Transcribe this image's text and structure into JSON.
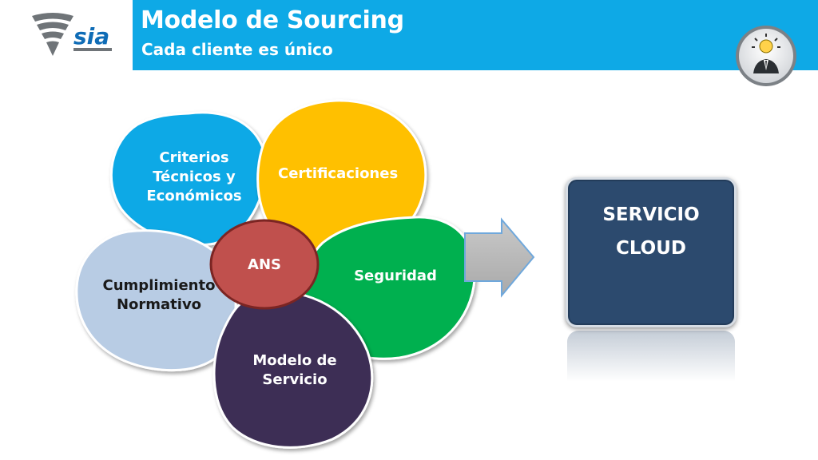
{
  "header": {
    "title": "Modelo de Sourcing",
    "subtitle": "Cada cliente es único",
    "logo_text": "sia",
    "logo_icon": "wifi-signal-logo",
    "accent_color": "#0ea9e6",
    "corner_icon": "idea-businessman-icon"
  },
  "diagram": {
    "center": "ANS",
    "petals": {
      "criterios": "Criterios\nTécnicos y\nEconómicos",
      "certificaciones": "Certificaciones",
      "seguridad": "Seguridad",
      "modelo": "Modelo de\nServicio",
      "cumplimiento": "Cumplimiento\nNormativo"
    },
    "colors": {
      "criterios": "#0ea9e6",
      "certificaciones": "#ffc000",
      "seguridad": "#00b050",
      "modelo": "#3e2f55",
      "cumplimiento": "#b8cce4",
      "center": "#c0504d"
    },
    "arrow_icon": "right-arrow",
    "result_line1": "SERVICIO",
    "result_line2": "CLOUD"
  }
}
